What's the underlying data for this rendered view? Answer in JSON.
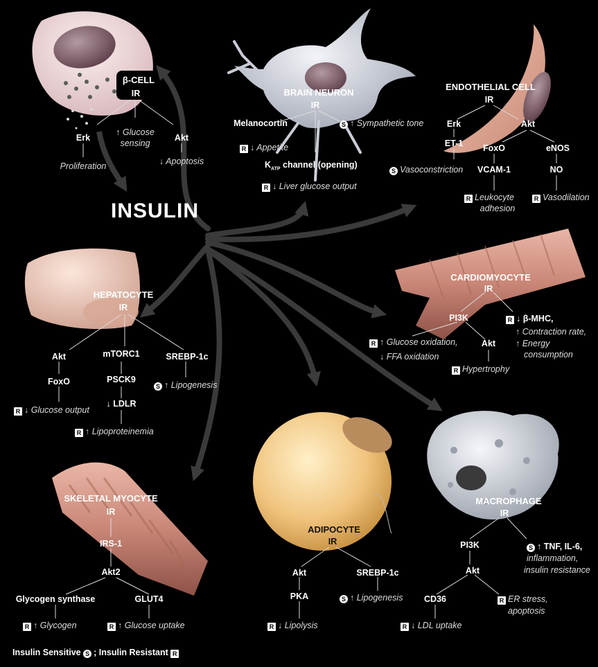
{
  "center_label": "INSULIN",
  "badges": {
    "sensitive": "S",
    "resistant": "R"
  },
  "beta_cell": {
    "title": "β-CELL",
    "ir": "IR",
    "erk": "Erk",
    "erk_out": "Proliferation",
    "glucose_sensing_1": "↑ Glucose",
    "glucose_sensing_2": "sensing",
    "akt": "Akt",
    "akt_out": "↓ Apoptosis"
  },
  "brain_neuron": {
    "title": "BRAIN NEURON",
    "ir": "IR",
    "melanocortin": "Melanocortin",
    "appetite": "↓ Appetite",
    "sympathetic": "↑ Sympathetic tone",
    "katp": "K",
    "katp_sub": "ATP",
    "katp_rest": " channel (opening)",
    "liver_output": "↓ Liver glucose output"
  },
  "endothelial": {
    "title": "ENDOTHELIAL CELL",
    "ir": "IR",
    "erk": "Erk",
    "et1": "ET-1",
    "vasoconstriction": "Vasoconstriction",
    "akt": "Akt",
    "foxo": "FoxO",
    "enos": "eNOS",
    "vcam": "VCAM-1",
    "leukocyte_1": "Leukocyte",
    "leukocyte_2": "adhesion",
    "no": "NO",
    "vasodilation": "Vasodilation"
  },
  "hepatocyte": {
    "title": "HEPATOCYTE",
    "ir": "IR",
    "akt": "Akt",
    "foxo": "FoxO",
    "glucose_output": "↓ Glucose output",
    "mtorc1": "mTORC1",
    "psck9": "PSCK9",
    "ldlr": "↓ LDLR",
    "lipoproteinemia": "↑ Lipoproteinemia",
    "srebp": "SREBP-1c",
    "lipogenesis": "↑ Lipogenesis"
  },
  "cardiomyocyte": {
    "title": "CARDIOMYOCYTE",
    "ir": "IR",
    "pi3k": "PI3K",
    "glucose_ox": "↑ Glucose oxidation,",
    "ffa_ox": "↓ FFA oxidation",
    "akt": "Akt",
    "hypertrophy": "Hypertrophy",
    "bmhc": "↓ β-MHC,",
    "contraction": "↑ Contraction rate,",
    "energy_1": "↑ Energy",
    "energy_2": "consumption"
  },
  "skeletal": {
    "title": "SKELETAL MYOCYTE",
    "ir": "IR",
    "irs1": "IRS-1",
    "akt2": "Akt2",
    "glycogen_synthase": "Glycogen synthase",
    "glycogen": "↑ Glycogen",
    "glut4": "GLUT4",
    "glucose_uptake": "↑ Glucose uptake"
  },
  "adipocyte": {
    "title": "ADIPOCYTE",
    "ir": "IR",
    "akt": "Akt",
    "pka": "PKA",
    "lipolysis": "↓ Lipolysis",
    "srebp": "SREBP-1c",
    "lipogenesis": "↑ Lipogenesis"
  },
  "macrophage": {
    "title": "MACROPHAGE",
    "ir": "IR",
    "pi3k": "PI3K",
    "akt": "Akt",
    "cd36": "CD36",
    "ldl": "↓ LDL uptake",
    "er_stress_1": "ER stress,",
    "er_stress_2": "apoptosis",
    "tnf": "↑ TNF, IL-6,",
    "inflammation": "inflammation,",
    "ins_res": "insulin resistance"
  },
  "legend": {
    "sensitive": "Insulin Sensitive",
    "sep": ";",
    "resistant": "Insulin Resistant"
  },
  "colors": {
    "background": "#000000",
    "text": "#ffffff",
    "arrow": "#3a3a3a",
    "adipocyte": "#e8b868",
    "muscle": "#c98a7a",
    "hepatocyte": "#e9c2b4",
    "macrophage": "#c9ccd3",
    "neuron": "#d8dce4"
  }
}
